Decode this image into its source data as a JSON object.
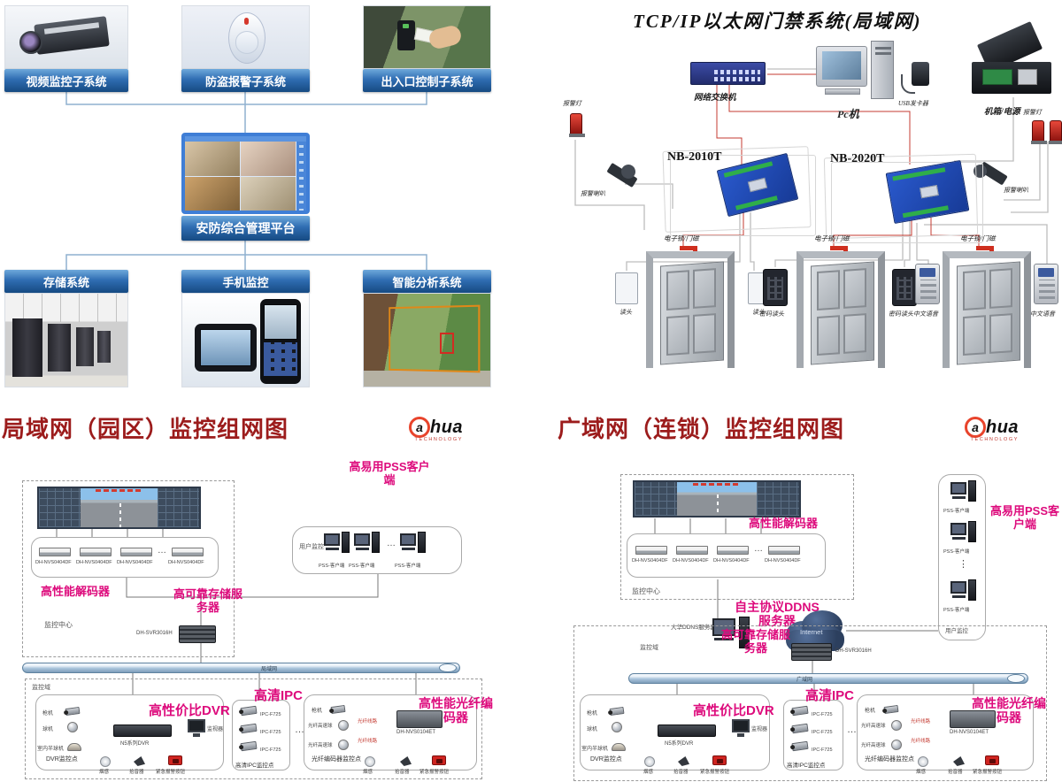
{
  "logo": {
    "a": "a",
    "rest": "hua",
    "sub": "TECHNOLOGY"
  },
  "misc": {
    "dots_h": "…",
    "dots_v": "⋮"
  },
  "q1": {
    "cards_top": [
      {
        "label": "视频监控子系统"
      },
      {
        "label": "防盗报警子系统"
      },
      {
        "label": "出入口控制子系统"
      }
    ],
    "center_label": "安防综合管理平台",
    "cards_bottom": [
      {
        "label": "存储系统"
      },
      {
        "label": "手机监控"
      },
      {
        "label": "智能分析系统"
      }
    ]
  },
  "q2": {
    "title": "TCP/IP以太网门禁系统(局域网)",
    "switch_label": "网络交换机",
    "pc_label": "Pc机",
    "usb_label": "USB发卡器",
    "chassis_label": "机箱/电源",
    "alarm_light_left": "报警灯",
    "alarm_light_right": "报警灯",
    "alarm_horn_left": "报警喇叭",
    "alarm_horn_right": "报警喇叭",
    "controller1": "NB-2010T",
    "controller2": "NB-2020T",
    "locks": [
      "电子锁/门磁",
      "电子锁/门磁",
      "电子锁/门磁"
    ],
    "readers": [
      "读头",
      "读头"
    ],
    "keypads": [
      "密码读头",
      "密码读头"
    ],
    "voice_readers": [
      "中文语音",
      "中文语音"
    ]
  },
  "q3": {
    "title": "局域网（园区）监控组网图",
    "mc_label": "监控中心",
    "decoder_title": "高性能解码器",
    "decoder_models": [
      "DH-NVS0404DF",
      "DH-NVS0404DF",
      "DH-NVS0404DF",
      "DH-NVS0404DF"
    ],
    "pss_title": "高易用PSS客户端",
    "pss_box_label": "用户监控",
    "pss_clients": [
      "PSS-客户端",
      "PSS-客户端",
      "PSS-客户端"
    ],
    "storage_title": "高可靠存储服务器",
    "storage_model": "DH-SVR3016H",
    "bus_label": "局域网",
    "domain_label": "监控域",
    "dvr": {
      "title": "高性价比DVR",
      "cam1": "枪机",
      "cam2": "球机",
      "cam3": "室内半球机",
      "model": "N5系列DVR",
      "monitor_label": "监视器",
      "sensor1": "烟感",
      "sensor2": "拾音器",
      "sensor3": "紧急报警按钮",
      "box_label": "DVR监控点"
    },
    "ipc": {
      "title": "高清IPC",
      "model1": "IPC-F725",
      "model2": "IPC-F725",
      "model3": "IPC-F725",
      "box_label": "高清IPC监控点"
    },
    "fiber": {
      "title": "高性能光纤编码器",
      "cam": "枪机",
      "dome1": "光纤高速球",
      "dome2": "光纤高速球",
      "line1": "光纤线路",
      "line2": "光纤线路",
      "model": "DH-NVS0104ET",
      "sensor1": "烟感",
      "sensor2": "拾音器",
      "sensor3": "紧急报警按钮",
      "box_label": "光纤编码器监控点"
    }
  },
  "q4": {
    "title": "广域网（连锁）监控组网图",
    "mc_label": "监控中心",
    "decoder_title": "高性能解码器",
    "decoder_models": [
      "DH-NVS0404DF",
      "DH-NVS0404DF",
      "DH-NVS0404DF",
      "DH-NVS0404DF"
    ],
    "pss_title": "高易用PSS客户端",
    "pss_box_label": "用户监控",
    "pss_clients": [
      "PSS-客户端",
      "PSS-客户端",
      "PSS-客户端"
    ],
    "ddns_label": "大华DDNS服务器",
    "ddns_title": "自主协议DDNS服务器",
    "internet_label": "Internet",
    "storage_title": "高可靠存储服务器",
    "storage_model": "DH-SVR3016H",
    "bus_label": "广域网",
    "domain_label": "监控域",
    "dvr": {
      "title": "高性价比DVR",
      "cam1": "枪机",
      "cam2": "球机",
      "cam3": "室内半球机",
      "model": "N5系列DVR",
      "monitor_label": "监视器",
      "sensor1": "烟感",
      "sensor2": "拾音器",
      "sensor3": "紧急报警按钮",
      "box_label": "DVR监控点"
    },
    "ipc": {
      "title": "高清IPC",
      "model1": "IPC-F725",
      "model2": "IPC-F725",
      "model3": "IPC-F725",
      "box_label": "高清IPC监控点"
    },
    "fiber": {
      "title": "高性能光纤编码器",
      "cam": "枪机",
      "dome1": "光纤高速球",
      "dome2": "光纤高速球",
      "line1": "光纤线路",
      "line2": "光纤线路",
      "model": "DH-NVS0104ET",
      "sensor1": "烟感",
      "sensor2": "拾音器",
      "sensor3": "紧急报警按钮",
      "box_label": "光纤编码器监控点"
    }
  }
}
